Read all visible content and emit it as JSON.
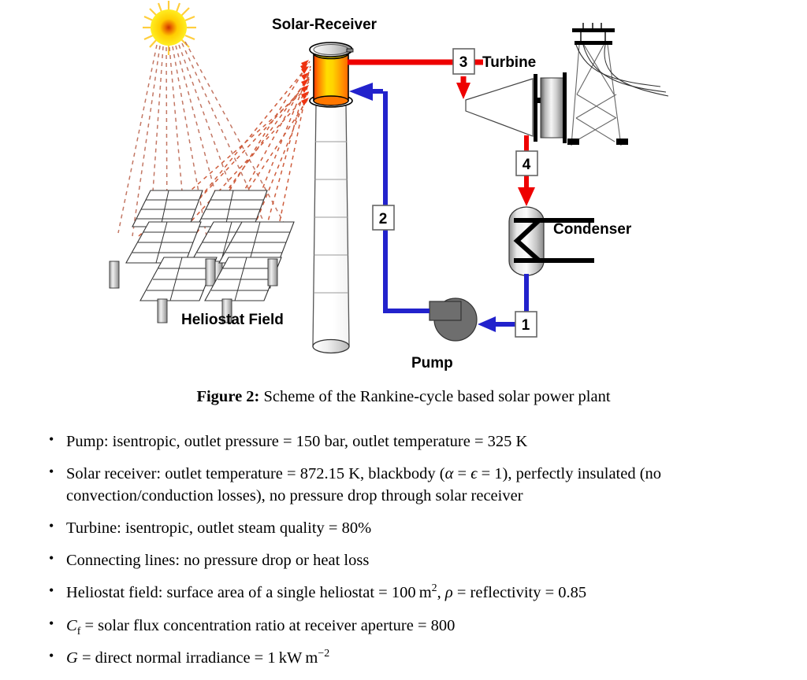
{
  "figure": {
    "labels": {
      "solar_receiver": "Solar-Receiver",
      "turbine": "Turbine",
      "condenser": "Condenser",
      "pump": "Pump",
      "heliostat_field": "Heliostat Field"
    },
    "state_points": {
      "p1": "1",
      "p2": "2",
      "p3": "3",
      "p4": "4"
    },
    "colors": {
      "hot_stream": "#ee0000",
      "cold_stream": "#2222cc",
      "sun_core": "#cc3300",
      "sun_body": "#ffdd00",
      "sun_rays": "#cc6644",
      "receiver_hot": "#ff6600",
      "receiver_bright": "#ffee00",
      "pump_body": "#808080",
      "outline": "#000000"
    }
  },
  "caption": {
    "label": "Figure 2:",
    "text": " Scheme of the Rankine-cycle based solar power plant"
  },
  "bullets": [
    {
      "id": "pump",
      "parts": [
        {
          "t": "Pump: isentropic, outlet pressure = 150 bar, outlet temperature = 325 K",
          "s": "r"
        }
      ]
    },
    {
      "id": "solar-receiver",
      "parts": [
        {
          "t": "Solar receiver: outlet temperature = 872.15 K, blackbody (",
          "s": "r"
        },
        {
          "t": "α",
          "s": "i"
        },
        {
          "t": " = ",
          "s": "r"
        },
        {
          "t": "ϵ",
          "s": "i"
        },
        {
          "t": " = 1), perfectly insulated (no convection/conduction losses), no pressure drop through solar receiver",
          "s": "r"
        }
      ]
    },
    {
      "id": "turbine",
      "parts": [
        {
          "t": "Turbine: isentropic, outlet steam quality = 80%",
          "s": "r"
        }
      ]
    },
    {
      "id": "connecting-lines",
      "parts": [
        {
          "t": "Connecting lines: no pressure drop or heat loss",
          "s": "r"
        }
      ]
    },
    {
      "id": "heliostat-field",
      "parts": [
        {
          "t": "Heliostat field: surface area of a single heliostat = 100 m",
          "s": "r"
        },
        {
          "t": "2",
          "s": "sup"
        },
        {
          "t": ", ",
          "s": "r"
        },
        {
          "t": "ρ",
          "s": "i"
        },
        {
          "t": " = reflectivity = 0.85",
          "s": "r"
        }
      ]
    },
    {
      "id": "concentration-ratio",
      "parts": [
        {
          "t": "C",
          "s": "i"
        },
        {
          "t": "f",
          "s": "sub"
        },
        {
          "t": " = solar flux concentration ratio at receiver aperture = 800",
          "s": "r"
        }
      ]
    },
    {
      "id": "irradiance",
      "parts": [
        {
          "t": "G",
          "s": "i"
        },
        {
          "t": " = direct normal irradiance = 1 kW m",
          "s": "r"
        },
        {
          "t": "−2",
          "s": "sup"
        }
      ]
    }
  ]
}
